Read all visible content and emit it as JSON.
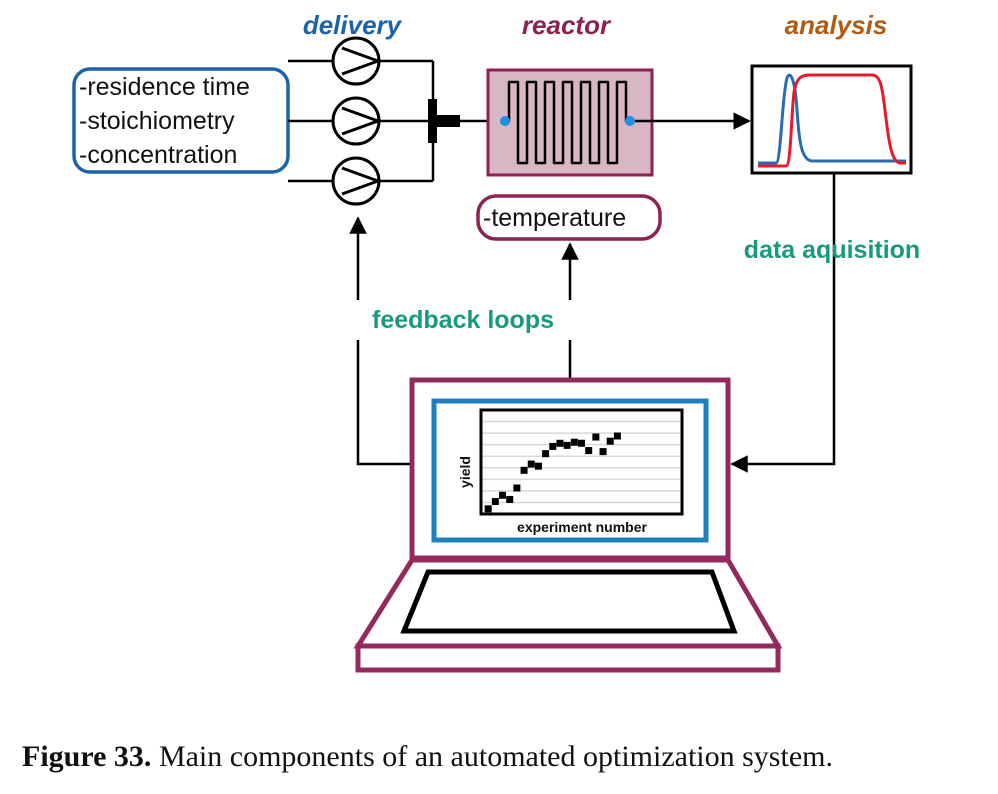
{
  "sections": {
    "delivery": "delivery",
    "reactor": "reactor",
    "analysis": "analysis"
  },
  "delivery_parameters": [
    "-residence time",
    "-stoichiometry",
    "-concentration"
  ],
  "reactor_parameters": [
    "-temperature"
  ],
  "labels": {
    "data_acquisition": "data aquisition",
    "feedback_loops": "feedback loops"
  },
  "screen_plot": {
    "ylabel": "yield",
    "xlabel": "experiment number",
    "points": [
      {
        "x": 1,
        "y": 0.5
      },
      {
        "x": 2,
        "y": 1.2
      },
      {
        "x": 3,
        "y": 1.8
      },
      {
        "x": 4,
        "y": 1.4
      },
      {
        "x": 5,
        "y": 2.5
      },
      {
        "x": 6,
        "y": 4.2
      },
      {
        "x": 7,
        "y": 4.8
      },
      {
        "x": 8,
        "y": 4.6
      },
      {
        "x": 9,
        "y": 5.8
      },
      {
        "x": 10,
        "y": 6.5
      },
      {
        "x": 11,
        "y": 6.8
      },
      {
        "x": 12,
        "y": 6.6
      },
      {
        "x": 13,
        "y": 6.9
      },
      {
        "x": 14,
        "y": 6.8
      },
      {
        "x": 15,
        "y": 6.1
      },
      {
        "x": 16,
        "y": 7.4
      },
      {
        "x": 17,
        "y": 6.0
      },
      {
        "x": 18,
        "y": 7.0
      },
      {
        "x": 19,
        "y": 7.5
      }
    ]
  },
  "colors": {
    "delivery": "#1b64a8",
    "reactor": "#8b2252",
    "analysis": "#b35a12",
    "feedback": "#189a7e",
    "laptop": "#94295e",
    "screen_frame": "#1f80c0",
    "reactor_fill": "#d9b6c4",
    "blue_dot": "#1e90e0",
    "trace_red": "#e8192c",
    "trace_blue": "#2b6cb0"
  },
  "caption": {
    "label": "Figure 33.",
    "text": " Main components of an automated optimization system."
  }
}
